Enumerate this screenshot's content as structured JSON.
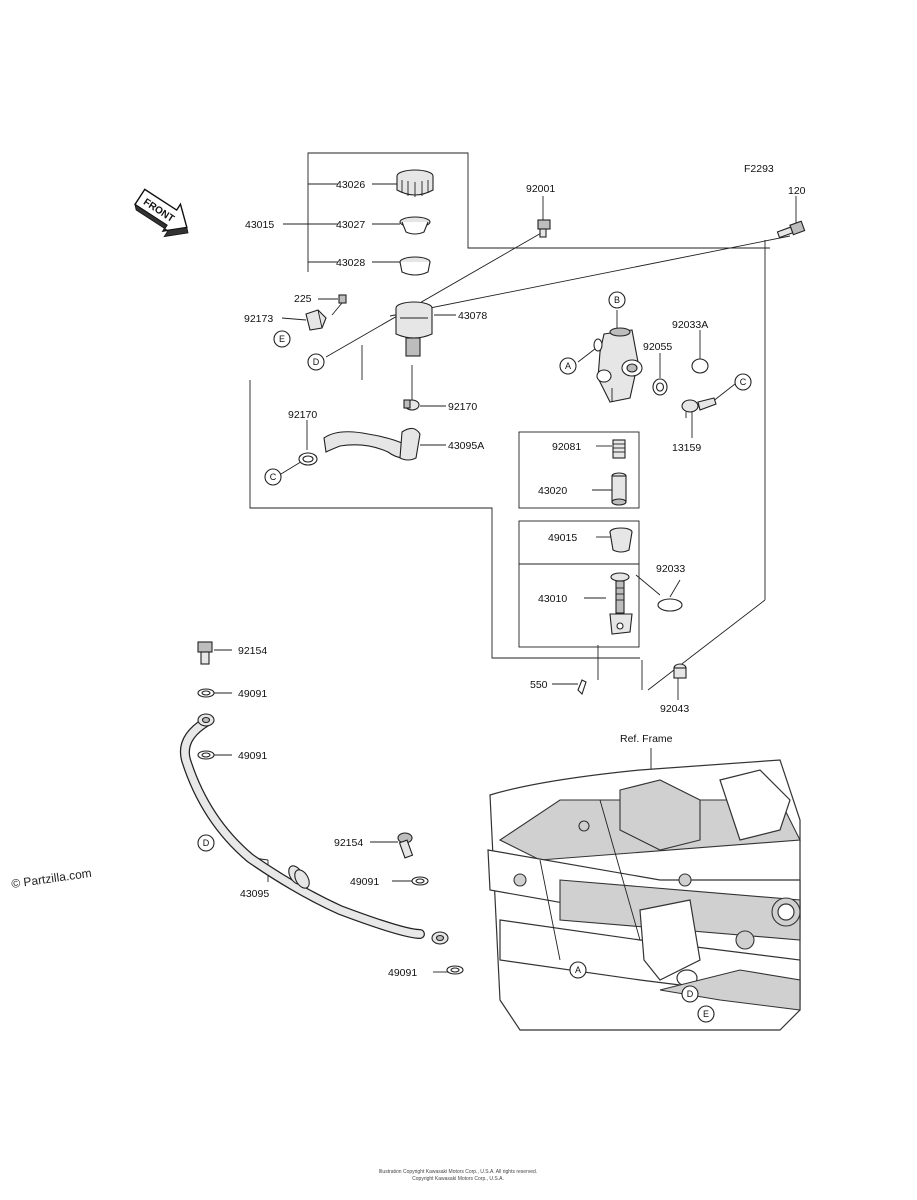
{
  "figure_id": "F2293",
  "front_arrow": "FRONT",
  "watermark": "© Partzilla.com",
  "ref_frame": "Ref. Frame",
  "footer_lines": [
    "Illustration Copyright Kawasaki Motors Corp., U.S.A. All rights reserved.",
    "Copyright Kawasaki Motors Corp., U.S.A."
  ],
  "parts": {
    "p43026": "43026",
    "p43027": "43027",
    "p43028": "43028",
    "p43015": "43015",
    "p92001": "92001",
    "p120": "120",
    "p225": "225",
    "p92173": "92173",
    "p43078": "43078",
    "p92170a": "92170",
    "p92170b": "92170",
    "p43095A": "43095A",
    "p92033A": "92033A",
    "p92055": "92055",
    "p13159": "13159",
    "p92081": "92081",
    "p43020": "43020",
    "p49015": "49015",
    "p92033": "92033",
    "p43010": "43010",
    "p550": "550",
    "p92043": "92043",
    "p92154a": "92154",
    "p49091a": "49091",
    "p49091b": "49091",
    "p92154b": "92154",
    "p49091c": "49091",
    "p43095": "43095",
    "p49091d": "49091"
  },
  "callouts": {
    "A1": "A",
    "B": "B",
    "C1": "C",
    "C2": "C",
    "D1": "D",
    "D2": "D",
    "E1": "E",
    "A2": "A",
    "D3": "D",
    "E2": "E"
  }
}
